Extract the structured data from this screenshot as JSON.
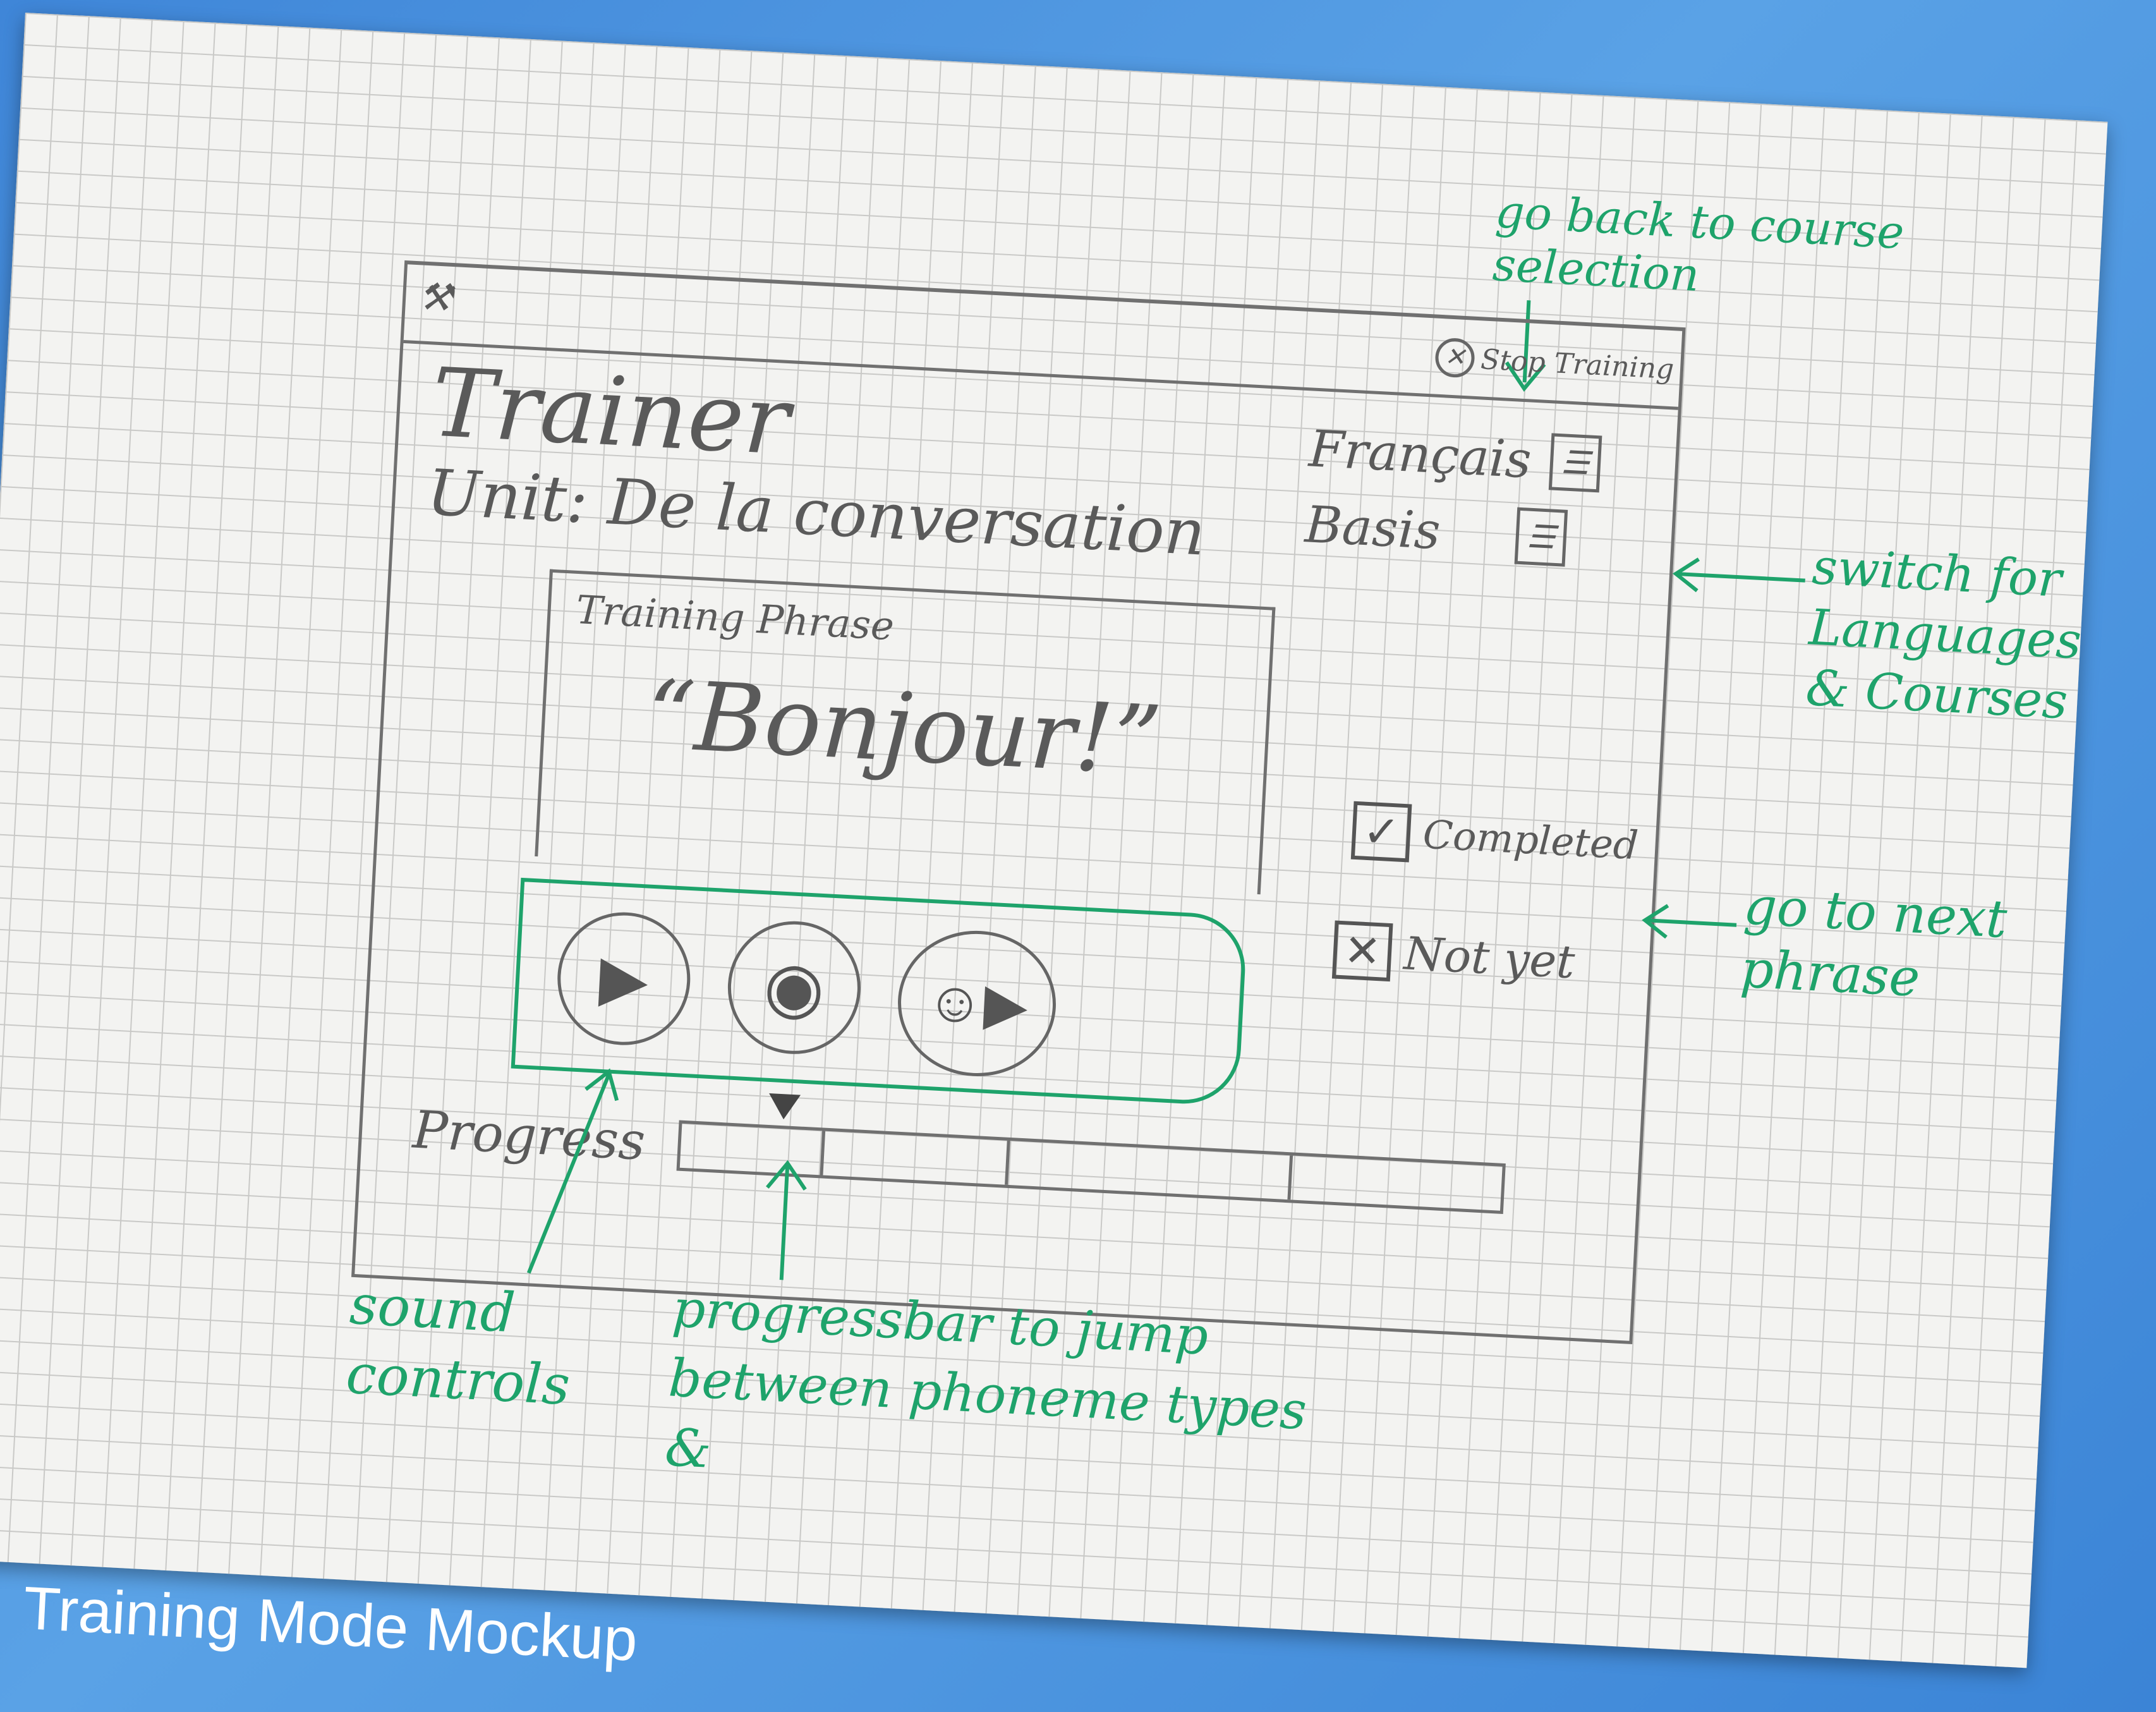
{
  "window": {
    "title_icon": "wrench-icon",
    "app_title": "Trainer",
    "unit_label": "Unit:",
    "unit_value": "De la conversation",
    "stop_training": "Stop Training",
    "language": "Français",
    "course": "Basis"
  },
  "phrase_panel": {
    "heading": "Training Phrase",
    "phrase": "“Bonjour!”"
  },
  "sound_controls": {
    "play_icon": "play-icon",
    "record_icon": "record-icon",
    "play_user_icon": "play-user-recording-icon"
  },
  "status": {
    "completed_label": "Completed",
    "not_yet_label": "Not yet"
  },
  "progress": {
    "label": "Progress",
    "segments": 4
  },
  "annotations": {
    "back": "go back to course selection",
    "switch": "switch for Languages & Courses",
    "next": "go to next phrase",
    "sound": "sound controls",
    "progressbar": "progressbar to jump between phoneme types &"
  },
  "caption": "Training Mode Mockup",
  "colors": {
    "background": "#4a92de",
    "pencil": "#6a6a6a",
    "annotation": "#1ea36b"
  }
}
